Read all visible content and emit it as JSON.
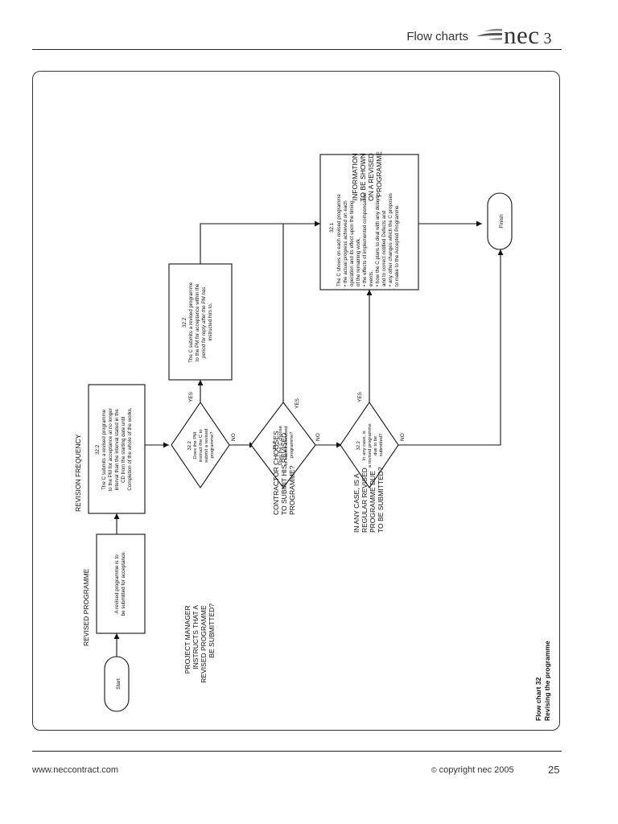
{
  "header": {
    "title": "Flow charts",
    "brand": "nec",
    "edition": "3"
  },
  "chart": {
    "caption_number": "Flow chart 32",
    "caption_title": "Revising the programme",
    "column_headings": {
      "revised_programme": "REVISED PROGRAMME",
      "revision_frequency": "REVISION FREQUENCY",
      "information": [
        "INFORMATION",
        "TO BE SHOWN",
        "ON A REVISED",
        "PROGRAMME"
      ]
    },
    "row_questions": {
      "pm_instructs": [
        "PROJECT MANAGER",
        "INSTRUCTS THAT A",
        "REVISED PROGRAMME",
        "BE SUBMITTED?"
      ],
      "contractor_chooses": [
        "CONTRACTOR CHOOSES",
        "TO SUBMIT HIS REVISED",
        "PROGRAMME?"
      ],
      "regular_due": [
        "IN ANY CASE, IS A",
        "REGULAR REVISED",
        "PROGRAMME DUE",
        "TO BE SUBMITTED?"
      ]
    },
    "start_label": "Start",
    "finish_label": "Finish",
    "box_to_be_submitted": [
      "A revised programme is to",
      "be submitted for acceptance."
    ],
    "box_revision_interval": {
      "clause": "32.2",
      "lines": [
        "The C submits a revised programme",
        "to the PM for acceptance at no longer",
        "interval than the interval stated in the",
        "CD from the starting date until",
        "Completion of the whole of the works."
      ]
    },
    "diamond_pm": {
      "clause": "32.2",
      "lines": [
        "Does the PM",
        "instruct the C to",
        "submit a revised",
        "programme?"
      ]
    },
    "diamond_c": {
      "clause": "32.2",
      "lines": [
        "Does the C choose",
        "to submit a revised",
        "programme?"
      ]
    },
    "diamond_due": {
      "clause": "32.2",
      "lines": [
        "In any case, is",
        "a revised programme",
        "due to be",
        "submitted?"
      ]
    },
    "box_pm_period": {
      "clause": "32.2",
      "lines": [
        "The C submits a revised programme",
        "to the PM for acceptance within the",
        "period for reply after the PM has",
        "instructed him to."
      ]
    },
    "box_information": {
      "clause": "32.1",
      "lines": [
        "The C shows on each revised programme",
        "• the actual progress achieved on each",
        "   operation and its effect upon the timing",
        "   of the remaining work,",
        "• the effects of implemented compensation",
        "   events,",
        "• how the C plans to deal with any delays",
        "   and to correct notified Defects and",
        "• any other changes which the C proposes",
        "   to make to the Accepted Programme."
      ]
    },
    "yes_label": "YES",
    "no_label": "NO"
  },
  "footer": {
    "website": "www.neccontract.com",
    "copyright_symbol": "©",
    "copyright_text": "copyright nec 2005",
    "page_number": "25"
  }
}
